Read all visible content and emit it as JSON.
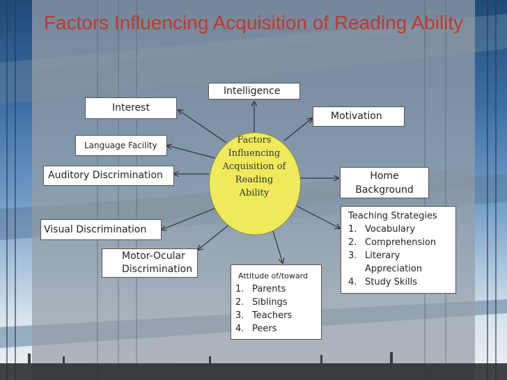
{
  "title": "Factors Influencing Acquisition of Reading Ability",
  "center": "Factors Influencing Acquisition of Reading Ability",
  "nodes": {
    "intelligence": "Intelligence",
    "interest": "Interest",
    "motivation": "Motivation",
    "language_facility": "Language Facility",
    "auditory_discrimination": "Auditory Discrimination",
    "home_background": "Home Background",
    "visual_discrimination": "Visual Discrimination",
    "motor_ocular": "Motor-Ocular Discrimination"
  },
  "teaching_strategies": {
    "heading": "Teaching Strategies",
    "items": [
      "Vocabulary",
      "Comprehension",
      "Literary Appreciation",
      "Study Skills"
    ]
  },
  "attitude": {
    "heading": "Attitude of/toward",
    "items": [
      "Parents",
      "Siblings",
      "Teachers",
      "Peers"
    ]
  },
  "colors": {
    "title": "#c0392b",
    "center_fill": "#eeea5c",
    "panel": "#969fa8"
  }
}
